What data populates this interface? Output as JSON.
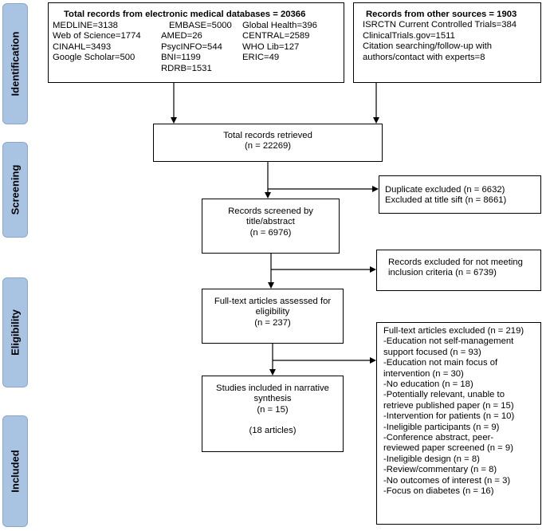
{
  "stages": {
    "identification": "Identification",
    "screening": "Screening",
    "eligibility": "Eligibility",
    "included": "Included"
  },
  "databases": {
    "title": "Total records from electronic medical databases =  20366",
    "col1": [
      "MEDLINE=3138",
      "Web of Science=1774",
      "CINAHL=3493",
      "Google Scholar=500"
    ],
    "col2": [
      "EMBASE=5000",
      "AMED=26",
      "PsycINFO=544",
      "BNI=1199",
      "RDRB=1531"
    ],
    "col3": [
      "Global Health=396",
      "CENTRAL=2589",
      "WHO Lib=127",
      "ERIC=49"
    ]
  },
  "other_sources": {
    "title": "Records from other sources = 1903",
    "lines": [
      "ISRCTN Current Controlled Trials=384",
      "ClinicalTrials.gov=1511",
      "Citation searching/follow-up with",
      "authors/contact with experts=8"
    ]
  },
  "retrieved": {
    "lines": [
      "Total records retrieved",
      "(n = 22269)"
    ]
  },
  "dup_excluded": {
    "lines": [
      "Duplicate excluded (n = 6632)",
      "Excluded at title sift (n = 8661)"
    ]
  },
  "screened": {
    "lines": [
      "Records screened by",
      "title/abstract",
      "(n = 6976)"
    ]
  },
  "not_meeting": {
    "lines": [
      "Records excluded for not meeting",
      "inclusion criteria (n = 6739)"
    ]
  },
  "fulltext": {
    "lines": [
      "Full-text articles assessed for",
      "eligibility",
      "(n = 237)"
    ]
  },
  "fulltext_excluded": {
    "lines": [
      "Full-text articles excluded (n = 219)",
      "-Education not self-management",
      "support focused (n = 93)",
      "-Education not main focus of",
      "intervention (n = 30)",
      "-No education (n = 18)",
      "-Potentially relevant, unable to",
      "retrieve published paper (n = 15)",
      "-Intervention for patients (n = 10)",
      "-Ineligible participants (n = 9)",
      "-Conference abstract, peer-",
      "reviewed paper screened (n = 9)",
      "-Ineligible design (n = 8)",
      "-Review/commentary (n = 8)",
      "-No outcomes of interest (n = 3)",
      "-Focus on diabetes (n = 16)"
    ]
  },
  "included": {
    "lines": [
      "Studies included in narrative",
      "synthesis",
      "(n = 15)",
      "",
      "(18 articles)"
    ]
  }
}
